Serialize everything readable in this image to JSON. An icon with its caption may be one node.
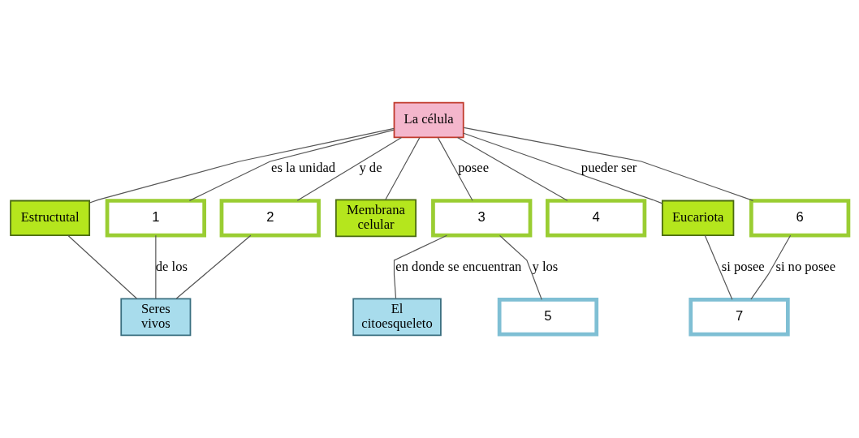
{
  "diagram": {
    "nodes": [
      {
        "text": [
          "La célula"
        ]
      },
      {
        "text": [
          "Estructutal"
        ]
      },
      {
        "text": [
          "1"
        ]
      },
      {
        "text": [
          "2"
        ]
      },
      {
        "text": [
          "Membrana celular"
        ]
      },
      {
        "text": [
          "3"
        ]
      },
      {
        "text": [
          "4"
        ]
      },
      {
        "text": [
          "Eucariota"
        ]
      },
      {
        "text": [
          "6"
        ]
      },
      {
        "text": [
          "Seres vivos"
        ]
      },
      {
        "text": [
          "El citoesqueleto"
        ]
      },
      {
        "text": [
          "5"
        ]
      },
      {
        "text": [
          "7"
        ]
      }
    ],
    "edges": [
      {
        "from": 0,
        "to": 1,
        "arrow": "none"
      },
      {
        "from": 0,
        "to": 2,
        "arrow": "none",
        "label": "es la unidad"
      },
      {
        "from": 0,
        "to": 3,
        "arrow": "none",
        "label": "y de"
      },
      {
        "from": 0,
        "to": 4,
        "arrow": "none"
      },
      {
        "from": 0,
        "to": 5,
        "arrow": "none",
        "label": "posee"
      },
      {
        "from": 0,
        "to": 6,
        "arrow": "none"
      },
      {
        "from": 0,
        "to": 7,
        "arrow": "none",
        "label": "pueder ser"
      },
      {
        "from": 0,
        "to": 8,
        "arrow": "none"
      },
      {
        "from": 1,
        "to": 9,
        "arrow": "none"
      },
      {
        "from": 2,
        "to": 9,
        "arrow": "none",
        "label": "de los"
      },
      {
        "from": 3,
        "to": 9,
        "arrow": "none"
      },
      {
        "from": 5,
        "to": 10,
        "arrow": "none",
        "label": "en donde se encuentran"
      },
      {
        "from": 5,
        "to": 11,
        "arrow": "none",
        "label": "y los"
      },
      {
        "from": 7,
        "to": 12,
        "arrow": "none",
        "label": "si posee"
      },
      {
        "from": 8,
        "to": 12,
        "arrow": "none",
        "label": "si no posee"
      }
    ]
  }
}
